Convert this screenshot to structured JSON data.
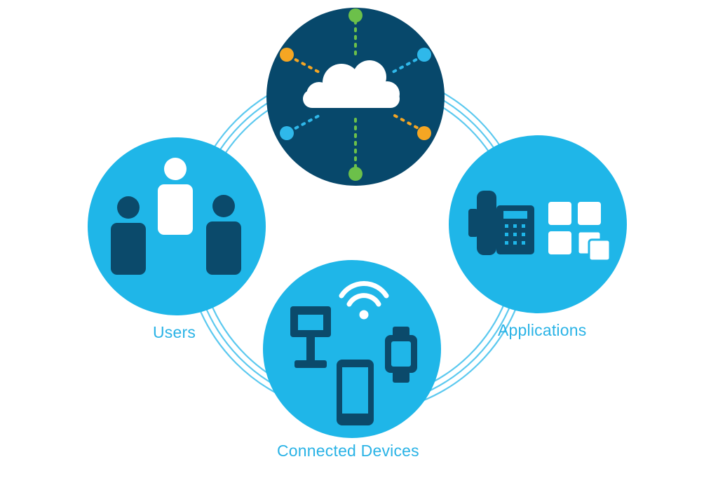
{
  "nodes": {
    "cloud": {
      "label": ""
    },
    "users": {
      "label": "Users"
    },
    "applications": {
      "label": "Applications"
    },
    "connected_devices": {
      "label": "Connected Devices"
    }
  },
  "colors": {
    "circle_light": "#1fb6e8",
    "circle_dark": "#07486b",
    "icon_dark": "#0b4a6b",
    "icon_white": "#ffffff",
    "ring_line": "#5cc9ef",
    "label_text": "#2ab3e6",
    "dot_green": "#6cc04a",
    "dot_orange": "#f5a623",
    "dot_blue": "#2fb8ea"
  }
}
